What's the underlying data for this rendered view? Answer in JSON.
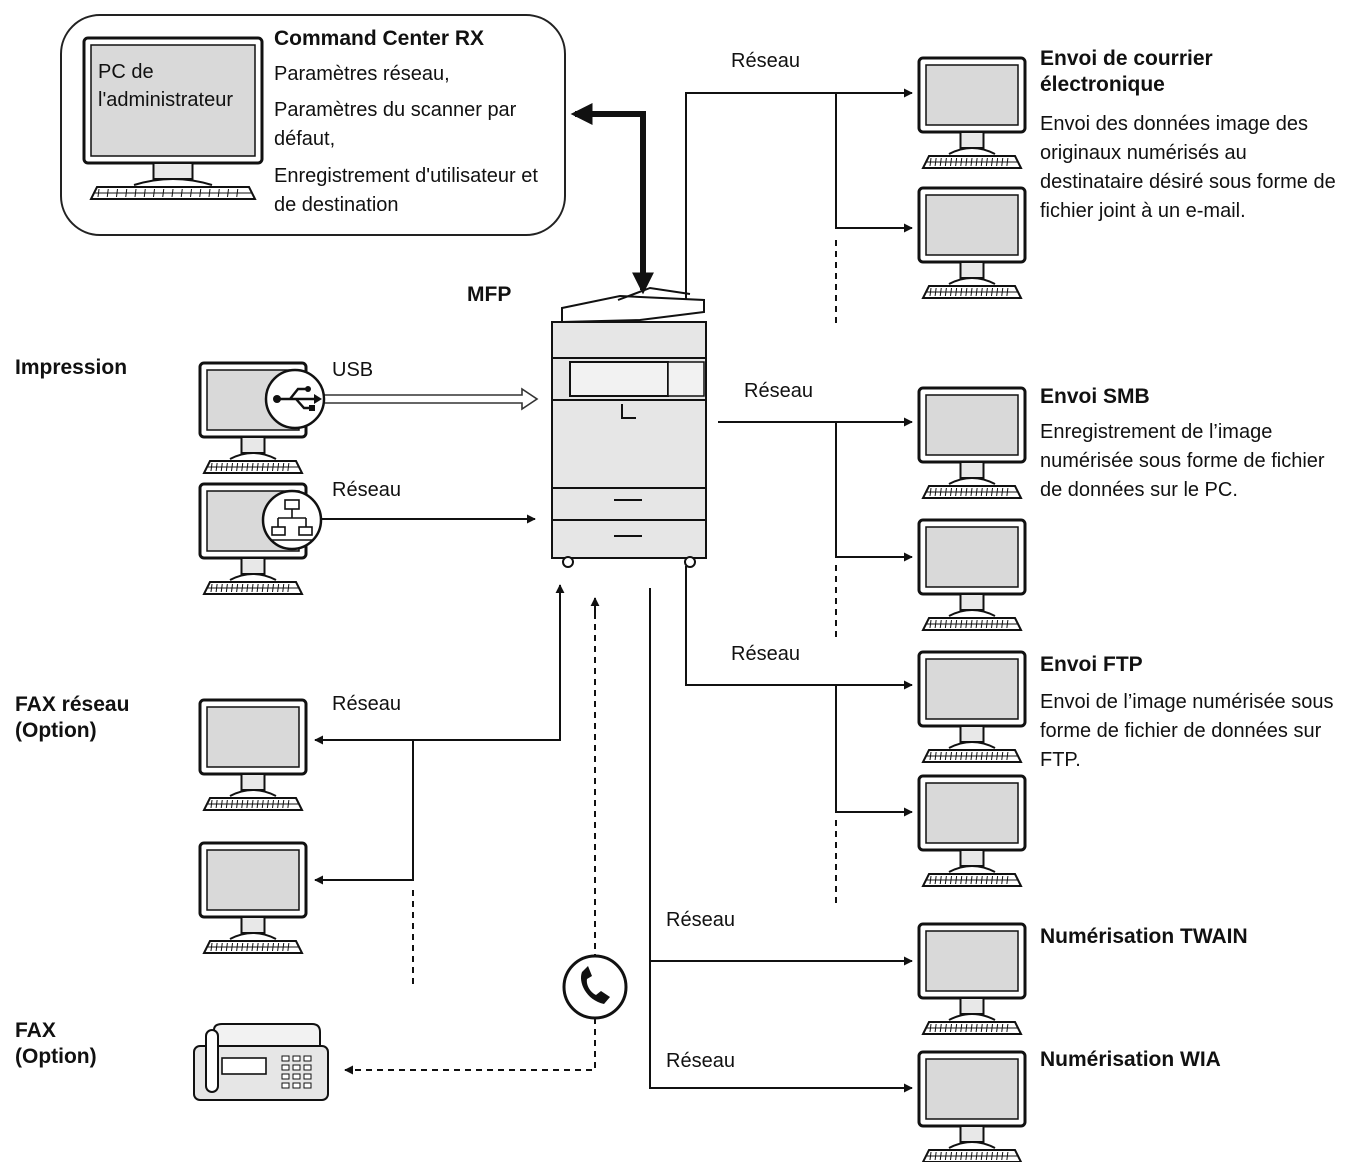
{
  "admin": {
    "pc_label_line1": "PC de",
    "pc_label_line2": "l'administrateur",
    "title": "Command Center RX",
    "line1": "Paramètres réseau,",
    "line2": "Paramètres du scanner par défaut,",
    "line3": "Enregistrement d'utilisateur et de destination"
  },
  "mfp_label": "MFP",
  "impression": {
    "heading": "Impression",
    "usb_label": "USB",
    "network_label": "Réseau"
  },
  "fax_network": {
    "heading_line1": "FAX réseau",
    "heading_line2": "(Option)",
    "network_label": "Réseau"
  },
  "fax": {
    "heading_line1": "FAX",
    "heading_line2": "(Option)"
  },
  "email": {
    "network_label": "Réseau",
    "title_line1": "Envoi de courrier",
    "title_line2": "électronique",
    "description": "Envoi des données image des originaux numérisés au destinataire désiré sous forme de fichier joint à un e-mail."
  },
  "smb": {
    "network_label": "Réseau",
    "title": "Envoi SMB",
    "description": "Enregistrement de l’image numérisée sous forme de fichier de données sur le PC."
  },
  "ftp": {
    "network_label": "Réseau",
    "title": "Envoi FTP",
    "description": "Envoi de l’image numérisée sous forme de fichier de données sur FTP."
  },
  "twain": {
    "network_label": "Réseau",
    "title": "Numérisation TWAIN"
  },
  "wia": {
    "network_label": "Réseau",
    "title": "Numérisation WIA"
  },
  "colors": {
    "line": "#111111",
    "screen": "#d9d9d9",
    "device_fill": "#e6e6e6"
  }
}
